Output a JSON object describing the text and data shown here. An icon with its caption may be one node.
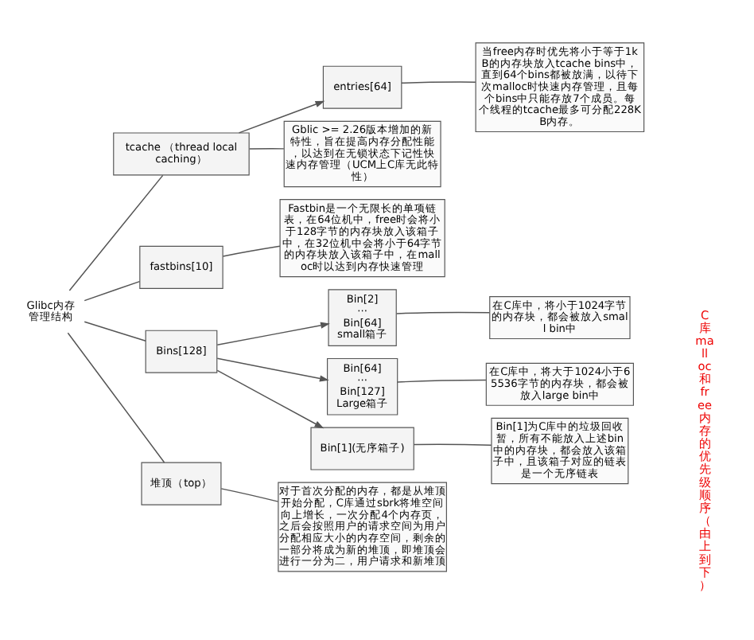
{
  "diagram": {
    "nodes": [
      {
        "text": [
          "Glibc内存管理结构"
        ]
      },
      {
        "text": [
          "tcache （thread local caching）"
        ]
      },
      {
        "text": [
          "entries[64]"
        ]
      },
      {
        "text": [
          "Gblic >= 2.26版本增加的新特性，旨在提高内存分配性能，以达到在无锁状态下记性快速内存管理（UCM上C库无此特性）"
        ]
      },
      {
        "text": [
          "当free内存时优先将小于等于1kB的内存块放入tcache bins中，直到64个bins都被放满，以待下次malloc时快速内存管理，且每个bins中只能存放7个成员。每个线程的tcache最多可分配228KB内存。"
        ]
      },
      {
        "text": [
          "fastbins[10]"
        ]
      },
      {
        "text": [
          "Fastbin是一个无限长的单项链表，在64位机中，free时会将小于128字节的内存块放入该箱子中，在32位机中会将小于64字节的内存块放入该箱子中，在malloc时以达到内存快速管理"
        ]
      },
      {
        "text": [
          "Bins[128]"
        ]
      },
      {
        "text": [
          "Bin[2] ··· Bin[64] small箱子"
        ]
      },
      {
        "text": [
          "Bin[64] ··· Bin[127] Large箱子"
        ]
      },
      {
        "text": [
          "Bin[1](无序箱子)"
        ]
      },
      {
        "text": [
          "在C库中，将小于1024字节的内存块，都会被放入small bin中"
        ]
      },
      {
        "text": [
          "在C库中，将大于1024小于65536字节的内存块，都会被放入large bin中"
        ]
      },
      {
        "text": [
          "Bin[1]为C库中的垃圾回收暂，所有不能放入上述bin中的内存块，都会放入该箱子中，且该箱子对应的链表是一个无序链表"
        ]
      },
      {
        "text": [
          "堆顶（top）"
        ]
      },
      {
        "text": [
          "对于首次分配的内存，都是从堆顶开始分配，C库通过sbrk将堆空间向上增长，一次分配4个内存页，之后会按照用户的请求空间为用户分配相应大小的内存空间，剩余的一部分将成为新的堆顶，即堆顶会进行一分为二，用户请求和新堆顶"
        ]
      }
    ],
    "edges": [
      {
        "from": 0,
        "to": 1,
        "arrow": "none"
      },
      {
        "from": 0,
        "to": 5,
        "arrow": "none"
      },
      {
        "from": 0,
        "to": 7,
        "arrow": "none"
      },
      {
        "from": 0,
        "to": 14,
        "arrow": "none"
      },
      {
        "from": 1,
        "to": 2,
        "arrow": "to"
      },
      {
        "from": 7,
        "to": 8,
        "arrow": "to"
      },
      {
        "from": 7,
        "to": 9,
        "arrow": "to"
      },
      {
        "from": 7,
        "to": 10,
        "arrow": "to"
      },
      {
        "from": 3,
        "to": 1,
        "arrow": "none"
      },
      {
        "from": 4,
        "to": 2,
        "arrow": "none"
      },
      {
        "from": 6,
        "to": 5,
        "arrow": "none"
      },
      {
        "from": 11,
        "to": 8,
        "arrow": "none"
      },
      {
        "from": 12,
        "to": 9,
        "arrow": "none"
      },
      {
        "from": 13,
        "to": 10,
        "arrow": "none"
      },
      {
        "from": 15,
        "to": 14,
        "arrow": "none"
      }
    ],
    "labels": [
      "C库malloc和free内存的优先级顺序（由上到下）"
    ]
  }
}
